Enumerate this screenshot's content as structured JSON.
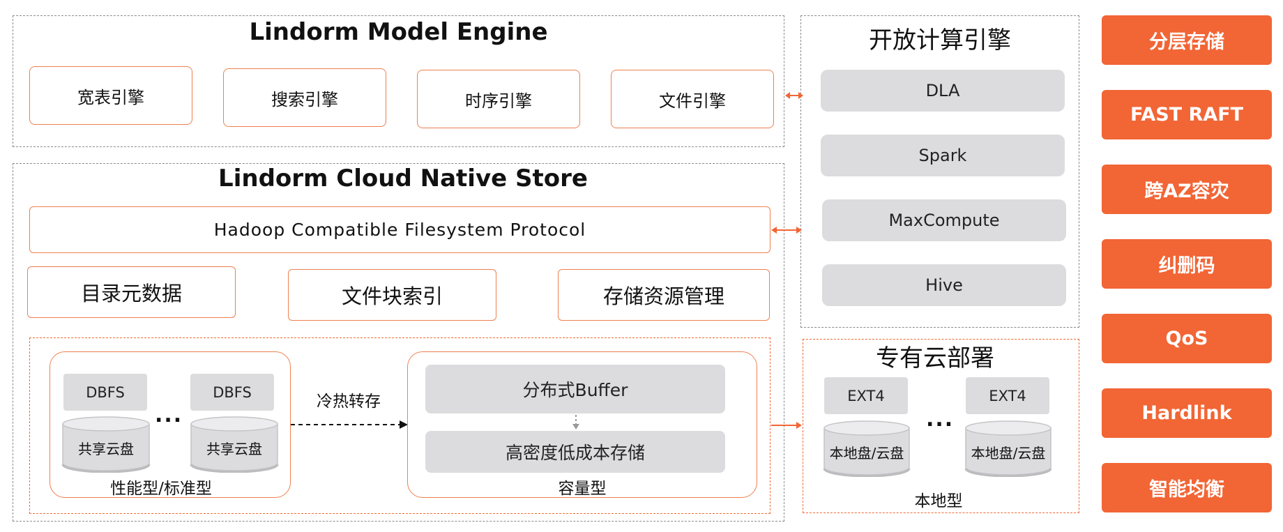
{
  "model_engine": {
    "title": "Lindorm Model Engine",
    "engines": [
      "宽表引擎",
      "搜索引擎",
      "时序引擎",
      "文件引擎"
    ]
  },
  "cloud_store": {
    "title": "Lindorm Cloud Native Store",
    "protocol": "Hadoop Compatible Filesystem Protocol",
    "components": [
      "目录元数据",
      "文件块索引",
      "存储资源管理"
    ],
    "perf": {
      "dbfs_label": "DBFS",
      "disk_label": "共享云盘",
      "ellipsis": "...",
      "caption": "性能型/标准型"
    },
    "transfer_label": "冷热转存",
    "capacity": {
      "buffer": "分布式Buffer",
      "storage": "高密度低成本存储",
      "caption": "容量型"
    }
  },
  "compute": {
    "title": "开放计算引擎",
    "items": [
      "DLA",
      "Spark",
      "MaxCompute",
      "Hive"
    ]
  },
  "private_cloud": {
    "title": "专有云部署",
    "fs_label": "EXT4",
    "disk_label": "本地盘/云盘",
    "ellipsis": "...",
    "caption": "本地型"
  },
  "features": [
    "分层存储",
    "FAST RAFT",
    "跨AZ容灾",
    "纠删码",
    "QoS",
    "Hardlink",
    "智能均衡"
  ],
  "colors": {
    "accent": "#f26535",
    "box_border": "#ee8050",
    "gray_fill": "#dcdcde",
    "frame_border": "#8a8a8a"
  }
}
